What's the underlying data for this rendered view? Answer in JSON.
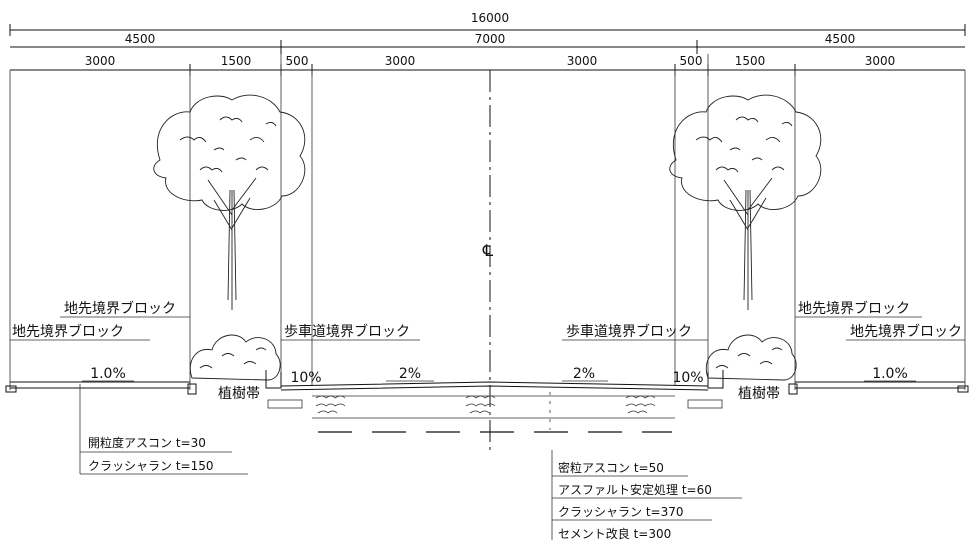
{
  "dimensions": {
    "total": "16000",
    "left_sidewalk": "4500",
    "roadway": "7000",
    "right_sidewalk": "4500",
    "left_walk": "3000",
    "left_planting": "1500",
    "left_margin": "500",
    "left_lane": "3000",
    "right_lane": "3000",
    "right_margin": "500",
    "right_planting": "1500",
    "right_walk": "3000"
  },
  "centerline_symbol": "℄",
  "slopes": {
    "left_sidewalk": "1.0%",
    "left_shoulder": "10%",
    "left_lane": "2%",
    "right_lane": "2%",
    "right_shoulder": "10%",
    "right_sidewalk": "1.0%"
  },
  "labels": {
    "left_boundary_upper": "地先境界ブロック",
    "left_boundary_lower": "地先境界ブロック",
    "left_curb": "歩車道境界ブロック",
    "right_curb": "歩車道境界ブロック",
    "right_boundary_upper": "地先境界ブロック",
    "right_boundary_lower": "地先境界ブロック",
    "left_planting_strip": "植樹帯",
    "right_planting_strip": "植樹帯"
  },
  "sidewalk_pavement": [
    "開粒度アスコン t=30",
    "クラッシャラン t=150"
  ],
  "roadway_pavement": [
    "密粒アスコン t=50",
    "アスファルト安定処理 t=60",
    "クラッシャラン t=370",
    "セメント改良 t=300"
  ]
}
